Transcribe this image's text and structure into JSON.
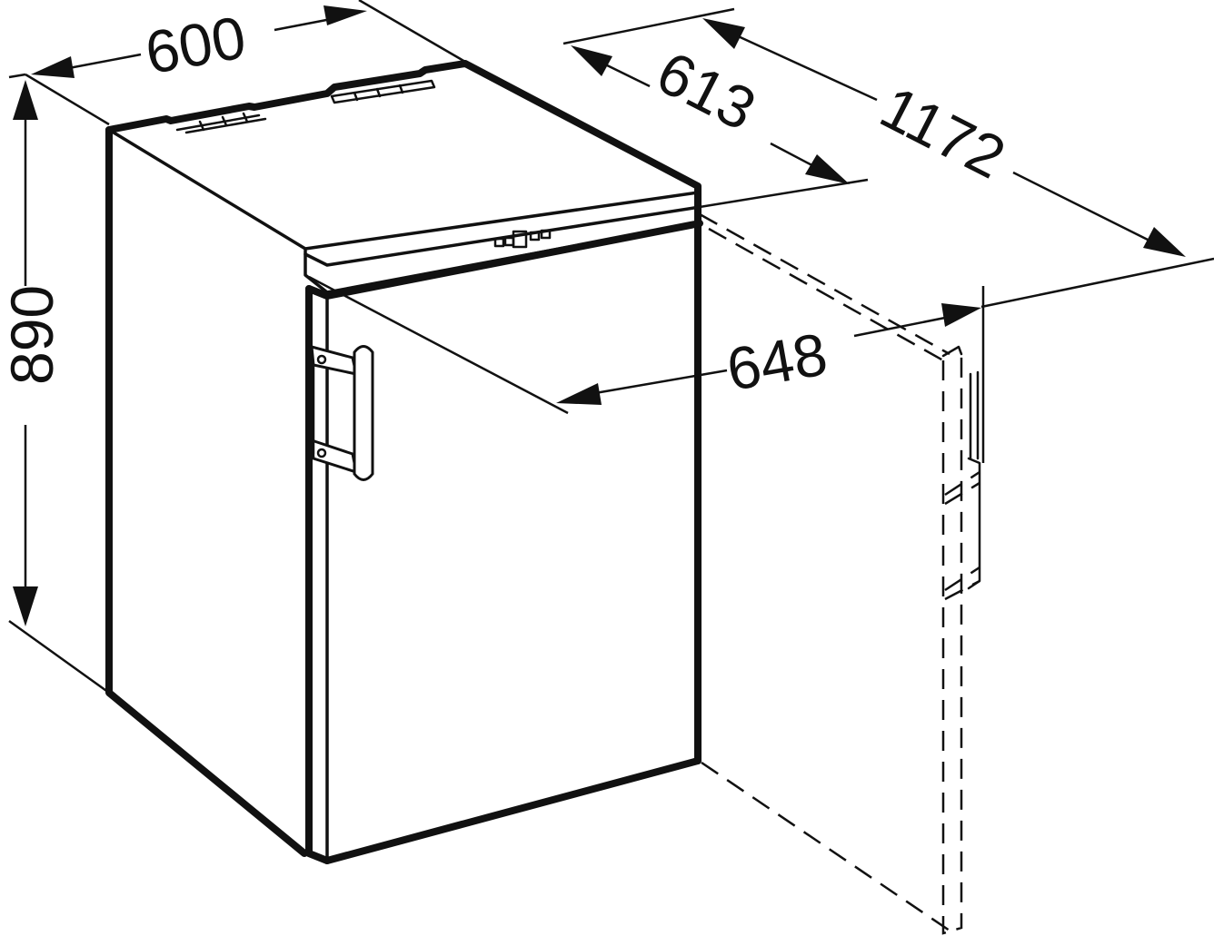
{
  "dimensions": {
    "width": "600",
    "depth": "613",
    "depth_door_open": "1172",
    "depth_with_handle": "648",
    "height": "890"
  },
  "colors": {
    "line": "#111111",
    "background": "#ffffff"
  }
}
